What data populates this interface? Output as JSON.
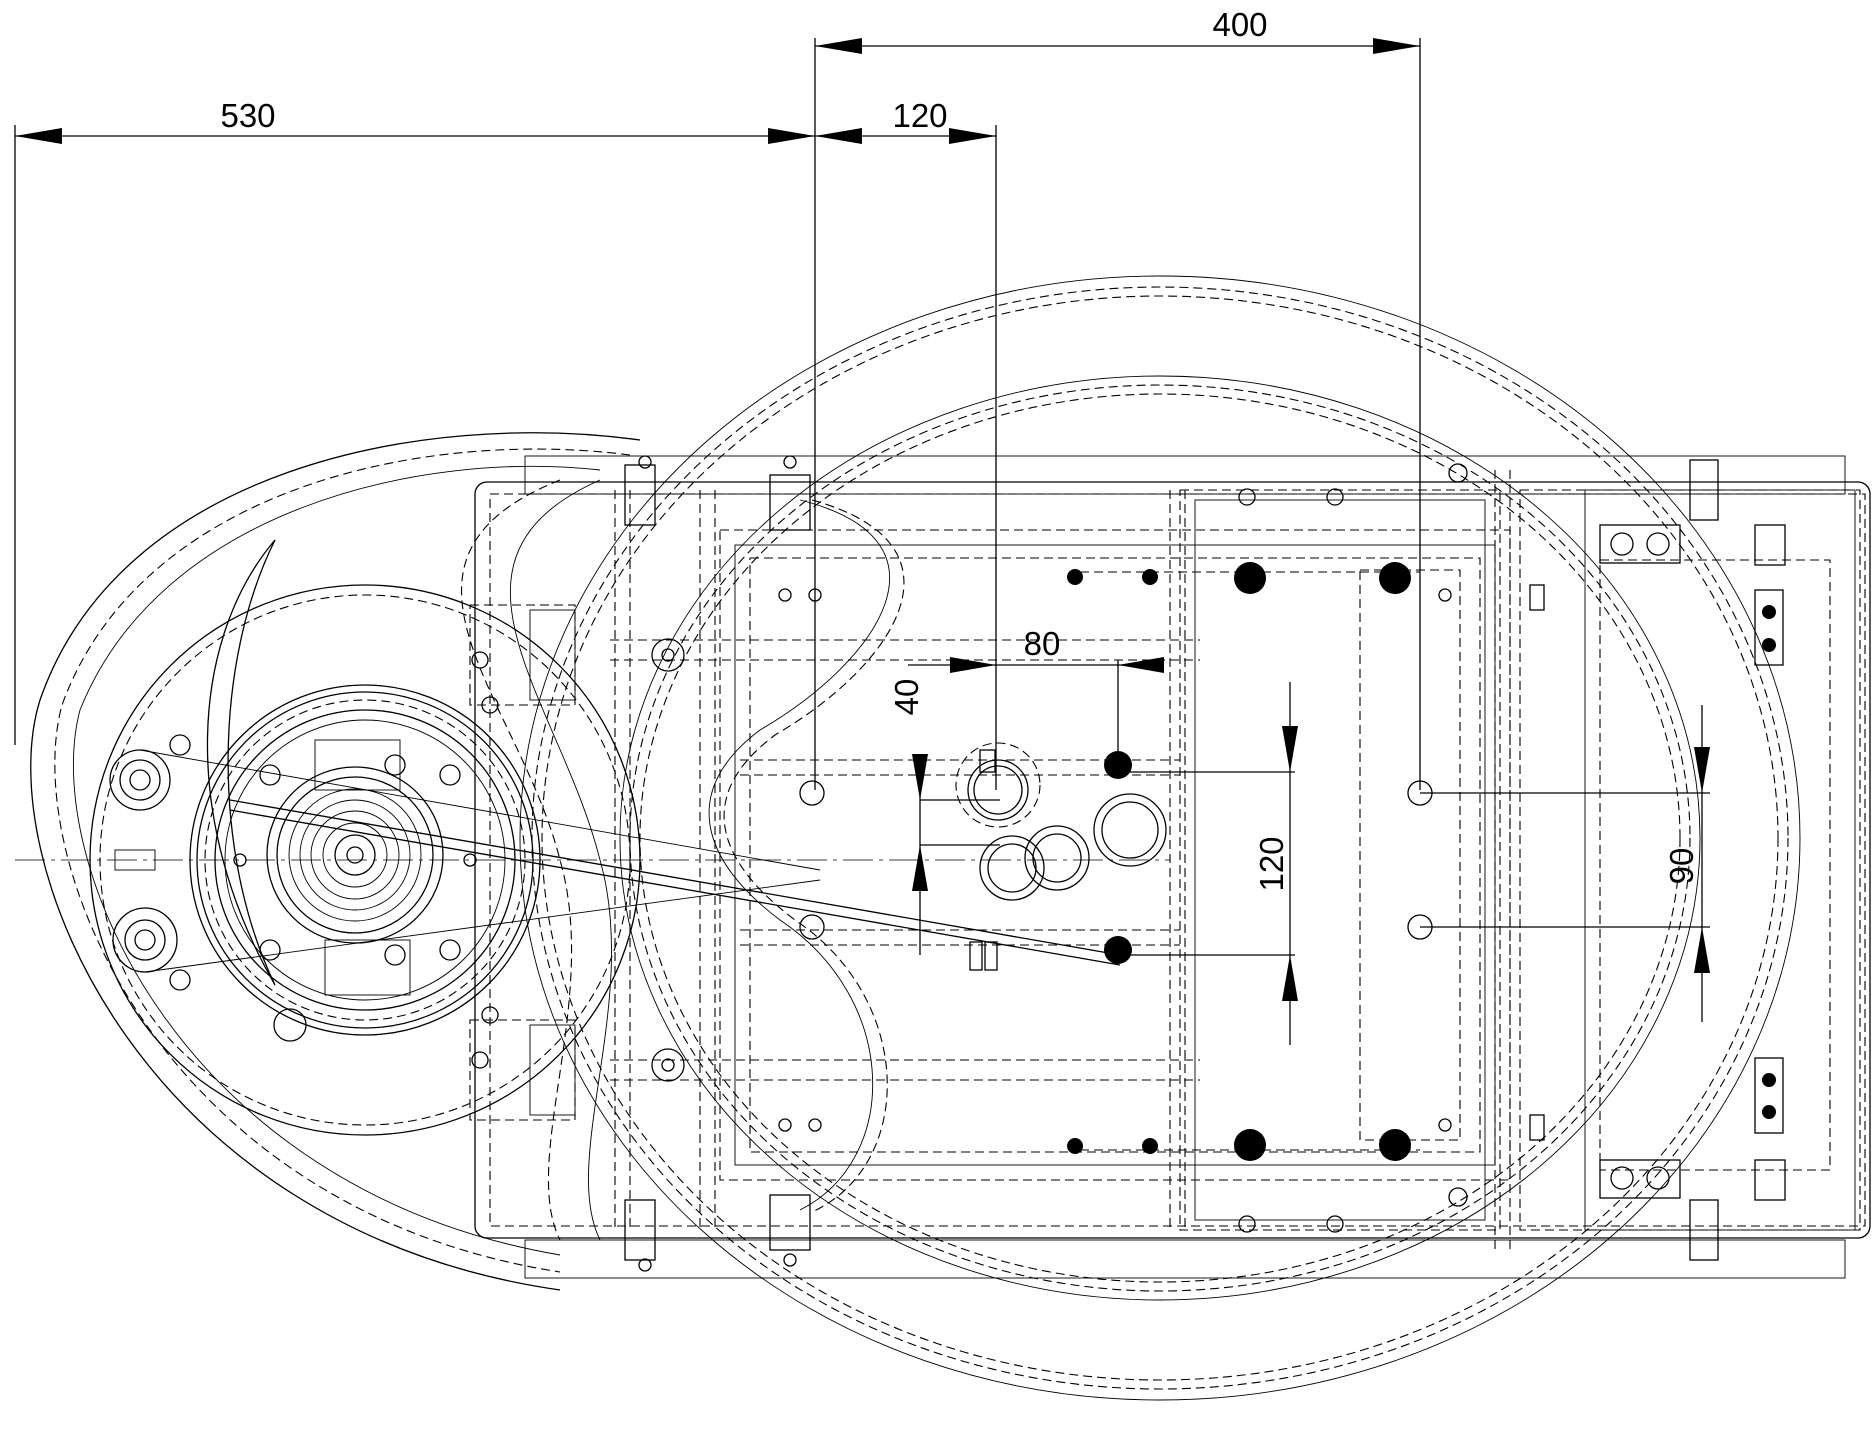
{
  "dimensions": {
    "top_overall": "400",
    "left_offset": "530",
    "pulley_offset": "120",
    "mid_horizontal": "80",
    "mid_vertical": "40",
    "bolt_vertical": "120",
    "right_vertical": "90"
  },
  "colors": {
    "line": "#000000",
    "background": "#ffffff"
  }
}
